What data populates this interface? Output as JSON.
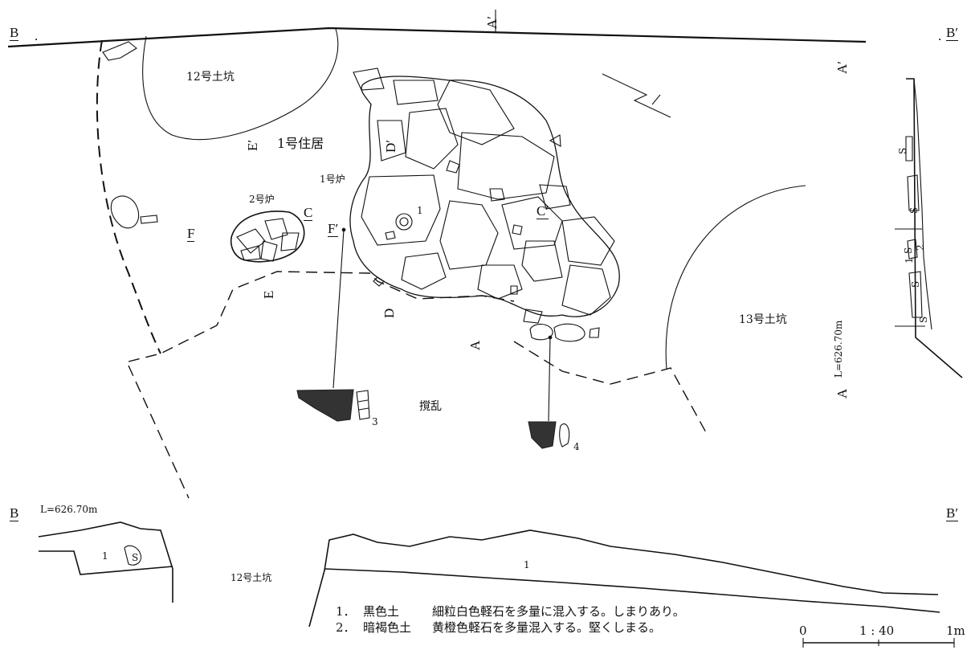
{
  "section_markers": {
    "B": "B",
    "B_prime": "B′",
    "A": "A",
    "A_prime": "A′",
    "C": "C",
    "C_prime": "C′",
    "D": "D",
    "D_prime": "D′",
    "E": "E",
    "E_prime": "E′",
    "F": "F",
    "F_prime": "F′"
  },
  "features": {
    "pit12": "12号土坑",
    "dwelling1": "1号住居",
    "hearth1": "1号炉",
    "hearth2": "2号炉",
    "pit13": "13号土坑",
    "disturbance": "撹乱"
  },
  "artifacts": {
    "n1": "1",
    "n3": "3",
    "n4": "4"
  },
  "elevations": {
    "plan": "L=626.70m",
    "section_bottom": "L=626.70m"
  },
  "section_B": {
    "layer1": "1",
    "stone": "S",
    "pit_label": "12号土坑",
    "layer1_long": "1"
  },
  "section_A": {
    "s1": "S",
    "s2": "S",
    "s3": "S",
    "s4": "S",
    "s5": "S",
    "l1": "1",
    "l2": "2"
  },
  "legend": [
    {
      "num": "1．",
      "name": "黒色土",
      "desc": "細粒白色軽石を多量に混入する。しまりあり。"
    },
    {
      "num": "2．",
      "name": "暗褐色土",
      "desc": "黄橙色軽石を多量混入する。堅くしまる。"
    }
  ],
  "scale": {
    "start": "0",
    "ratio": "1 : 40",
    "end": "1m"
  }
}
